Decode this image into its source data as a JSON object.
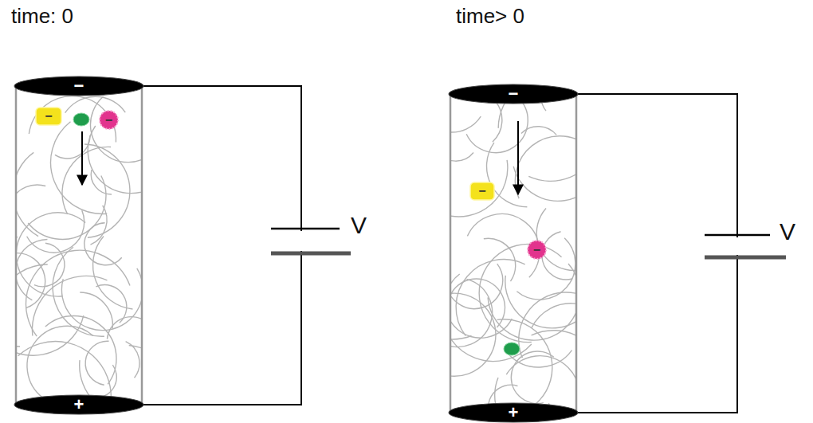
{
  "diagram": {
    "nodes": [
      {
        "text": [
          "−"
        ]
      },
      {
        "text": [
          "−"
        ]
      },
      {
        "text": [
          "−"
        ]
      },
      {
        "text": [
          "+"
        ]
      },
      {
        "text": [
          "−"
        ]
      },
      {
        "text": [
          "−"
        ]
      },
      {
        "text": [
          "−"
        ]
      },
      {
        "text": [
          "+"
        ]
      }
    ],
    "edges": [
      {
        "from": 0,
        "to": 3,
        "arrow": "none"
      },
      {
        "from": 4,
        "to": 7,
        "arrow": "none"
      }
    ],
    "labels": [
      "time: 0",
      "time> 0",
      "V",
      "V"
    ]
  }
}
